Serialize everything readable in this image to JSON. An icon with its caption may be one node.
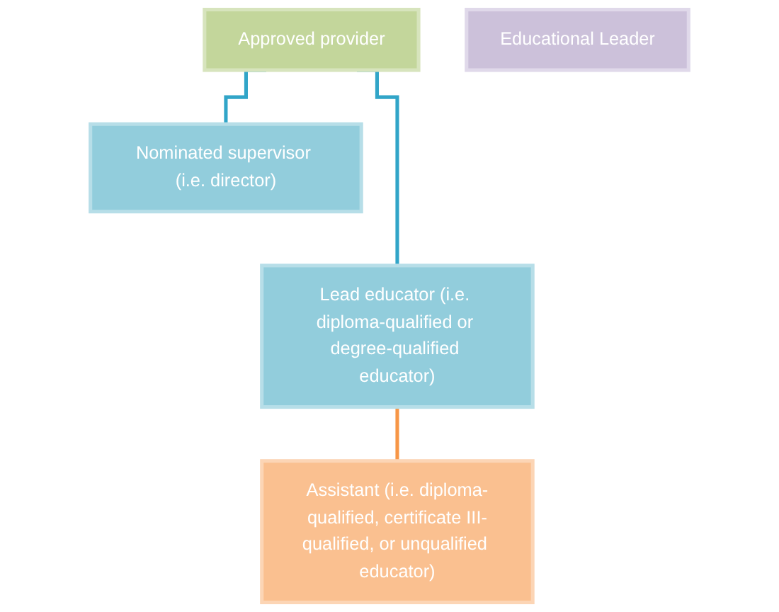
{
  "diagram": {
    "nodes": [
      {
        "text": [
          "Approved provider"
        ]
      },
      {
        "text": [
          "Nominated supervisor (i.e. director)"
        ]
      },
      {
        "text": [
          "Educational Leader"
        ]
      },
      {
        "text": [
          "Lead educator (i.e. diploma-qualified or degree-qualified educator)"
        ]
      },
      {
        "text": [
          "Assistant (i.e. diploma-qualified, certificate III-qualified, or unqualified educator)"
        ]
      }
    ],
    "edges": [
      {
        "from": 0,
        "to": 1,
        "arrow": "none"
      },
      {
        "from": 0,
        "to": 3,
        "arrow": "none"
      },
      {
        "from": 3,
        "to": 4,
        "arrow": "none",
        "color": "#f79646"
      }
    ]
  }
}
